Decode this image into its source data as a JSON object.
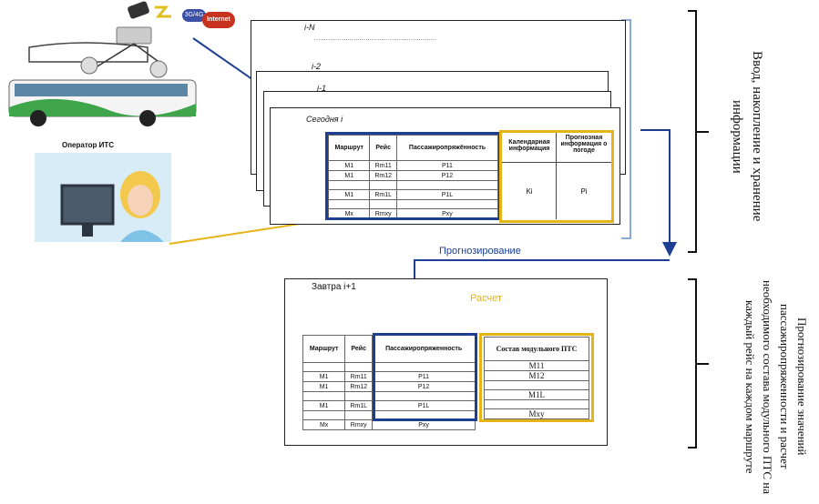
{
  "network": {
    "badge": "3G/4G",
    "internet": "Internet"
  },
  "operator": {
    "label": "Оператор ИТС"
  },
  "history": {
    "layers": [
      "i-N",
      "i-2",
      "i-1",
      "Сегодня i"
    ],
    "dots": "..............................................................",
    "table": {
      "headers": [
        "Маршрут",
        "Рейс",
        "Пассажиропряжённость"
      ],
      "rows": [
        [
          "M1",
          "Rm11",
          "P11"
        ],
        [
          "M1",
          "Rm12",
          "P12"
        ],
        [
          "M1",
          "Rm1L",
          "P1L"
        ],
        [
          "Mx",
          "Rmxy",
          "Pxy"
        ]
      ]
    },
    "calendar": {
      "header": "Календарная информация",
      "value": "Ki"
    },
    "weather": {
      "header": "Прогнозная информация о погоде",
      "value": "Pi"
    }
  },
  "forecast_label": "Прогнозирование",
  "tomorrow": {
    "title": "Завтра i+1",
    "calc_label": "Расчет",
    "table": {
      "headers": [
        "Маршрут",
        "Рейс",
        "Пассажиропряженность"
      ],
      "rows": [
        [
          "M1",
          "Rm11",
          "P11"
        ],
        [
          "M1",
          "Rm12",
          "P12"
        ],
        [
          "M1",
          "Rm1L",
          "P1L"
        ],
        [
          "Mx",
          "Rmxy",
          "Pxy"
        ]
      ]
    },
    "composition": {
      "header": "Состав модульного ПТС",
      "rows": [
        "M11",
        "M12",
        "M1L",
        "Mxy"
      ]
    }
  },
  "side_text": {
    "top": "Ввод, накопление и хранение информации",
    "bottom": "Прогнозирование значений пассажиропряженности и расчет необходимого состава модульного ПТС на каждый рейс на каждом маршруте"
  },
  "colors": {
    "blue": "#1c3f94",
    "gold": "#e6b318",
    "bracket_blue": "#8da9d6"
  }
}
